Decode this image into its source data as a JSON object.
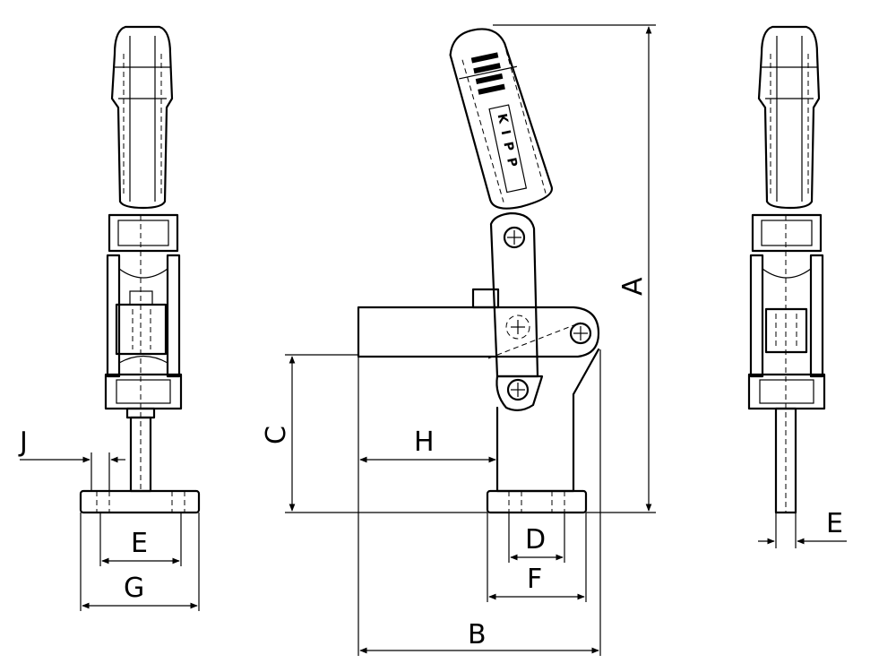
{
  "labels": {
    "A": "A",
    "B": "B",
    "C": "C",
    "D": "D",
    "E_left": "E",
    "E_right": "E",
    "F": "F",
    "G": "G",
    "H": "H",
    "J": "J"
  },
  "handle_text": "KIPP"
}
